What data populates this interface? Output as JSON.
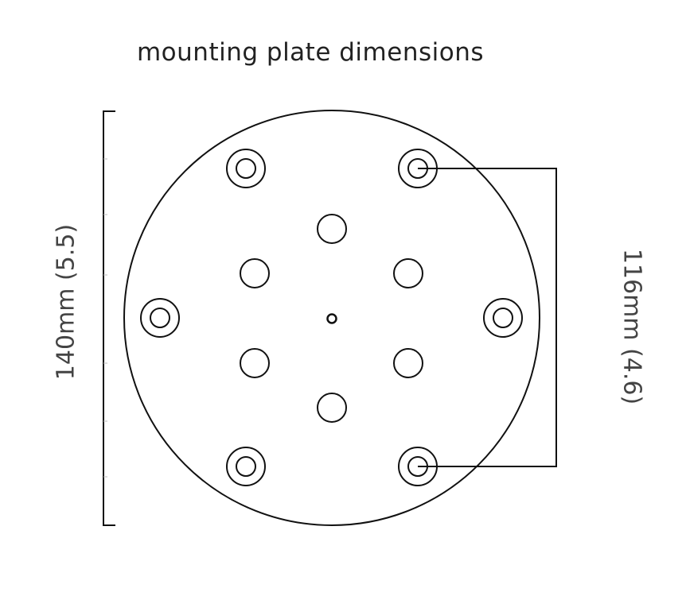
{
  "title": "mounting plate dimensions",
  "dimensions": {
    "outer_diameter": "140mm (5.5)",
    "bolt_spacing": "116mm (4.6)"
  },
  "colors": {
    "stroke": "#111111",
    "text": "#444444",
    "background": "#ffffff"
  }
}
